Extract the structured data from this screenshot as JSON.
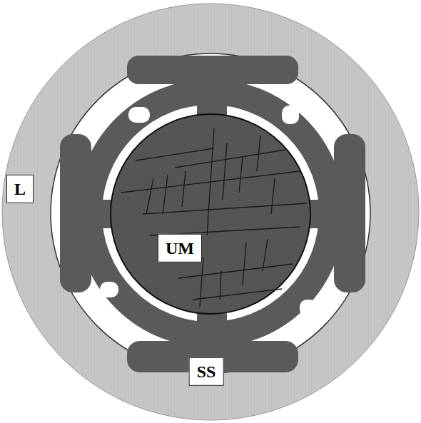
{
  "diagram": {
    "labels": [
      "L",
      "UM",
      "SS"
    ]
  }
}
